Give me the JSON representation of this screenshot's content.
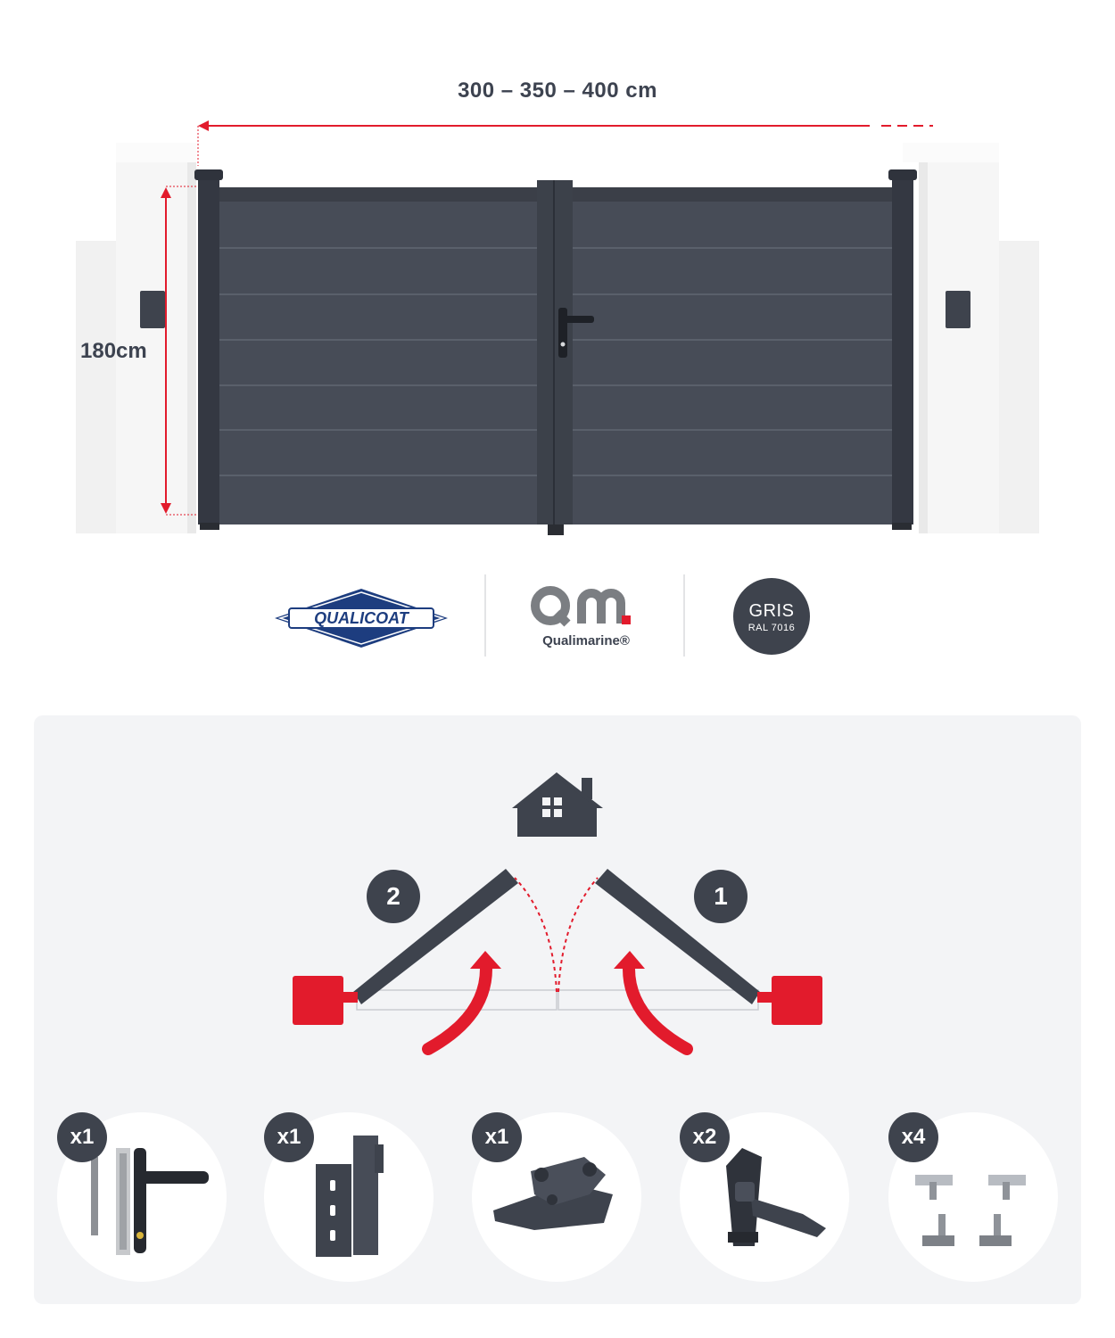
{
  "dimensions": {
    "width_label": "300 – 350 – 400 cm",
    "height_label": "180cm"
  },
  "certifications": {
    "qualicoat_logo": "QUALICOAT",
    "qualimarine_mark": "QM",
    "qualimarine_name": "Qualimarine®",
    "color_badge": {
      "name": "GRIS",
      "code": "RAL 7016"
    }
  },
  "opening_diagram": {
    "icon": "house-icon",
    "leaves": [
      {
        "side": "left",
        "number": "2"
      },
      {
        "side": "right",
        "number": "1"
      }
    ]
  },
  "accessories": [
    {
      "icon": "handle-lock-icon",
      "quantity": "x1"
    },
    {
      "icon": "gate-stop-icon",
      "quantity": "x1"
    },
    {
      "icon": "center-stop-icon",
      "quantity": "x1"
    },
    {
      "icon": "tail-catch-icon",
      "quantity": "x2"
    },
    {
      "icon": "hinge-set-icon",
      "quantity": "x4"
    }
  ],
  "colors": {
    "gate": "#3e434d",
    "accent_red": "#e21b2c",
    "panel_bg": "#f3f4f6",
    "pillar": "#f3f3f3"
  }
}
